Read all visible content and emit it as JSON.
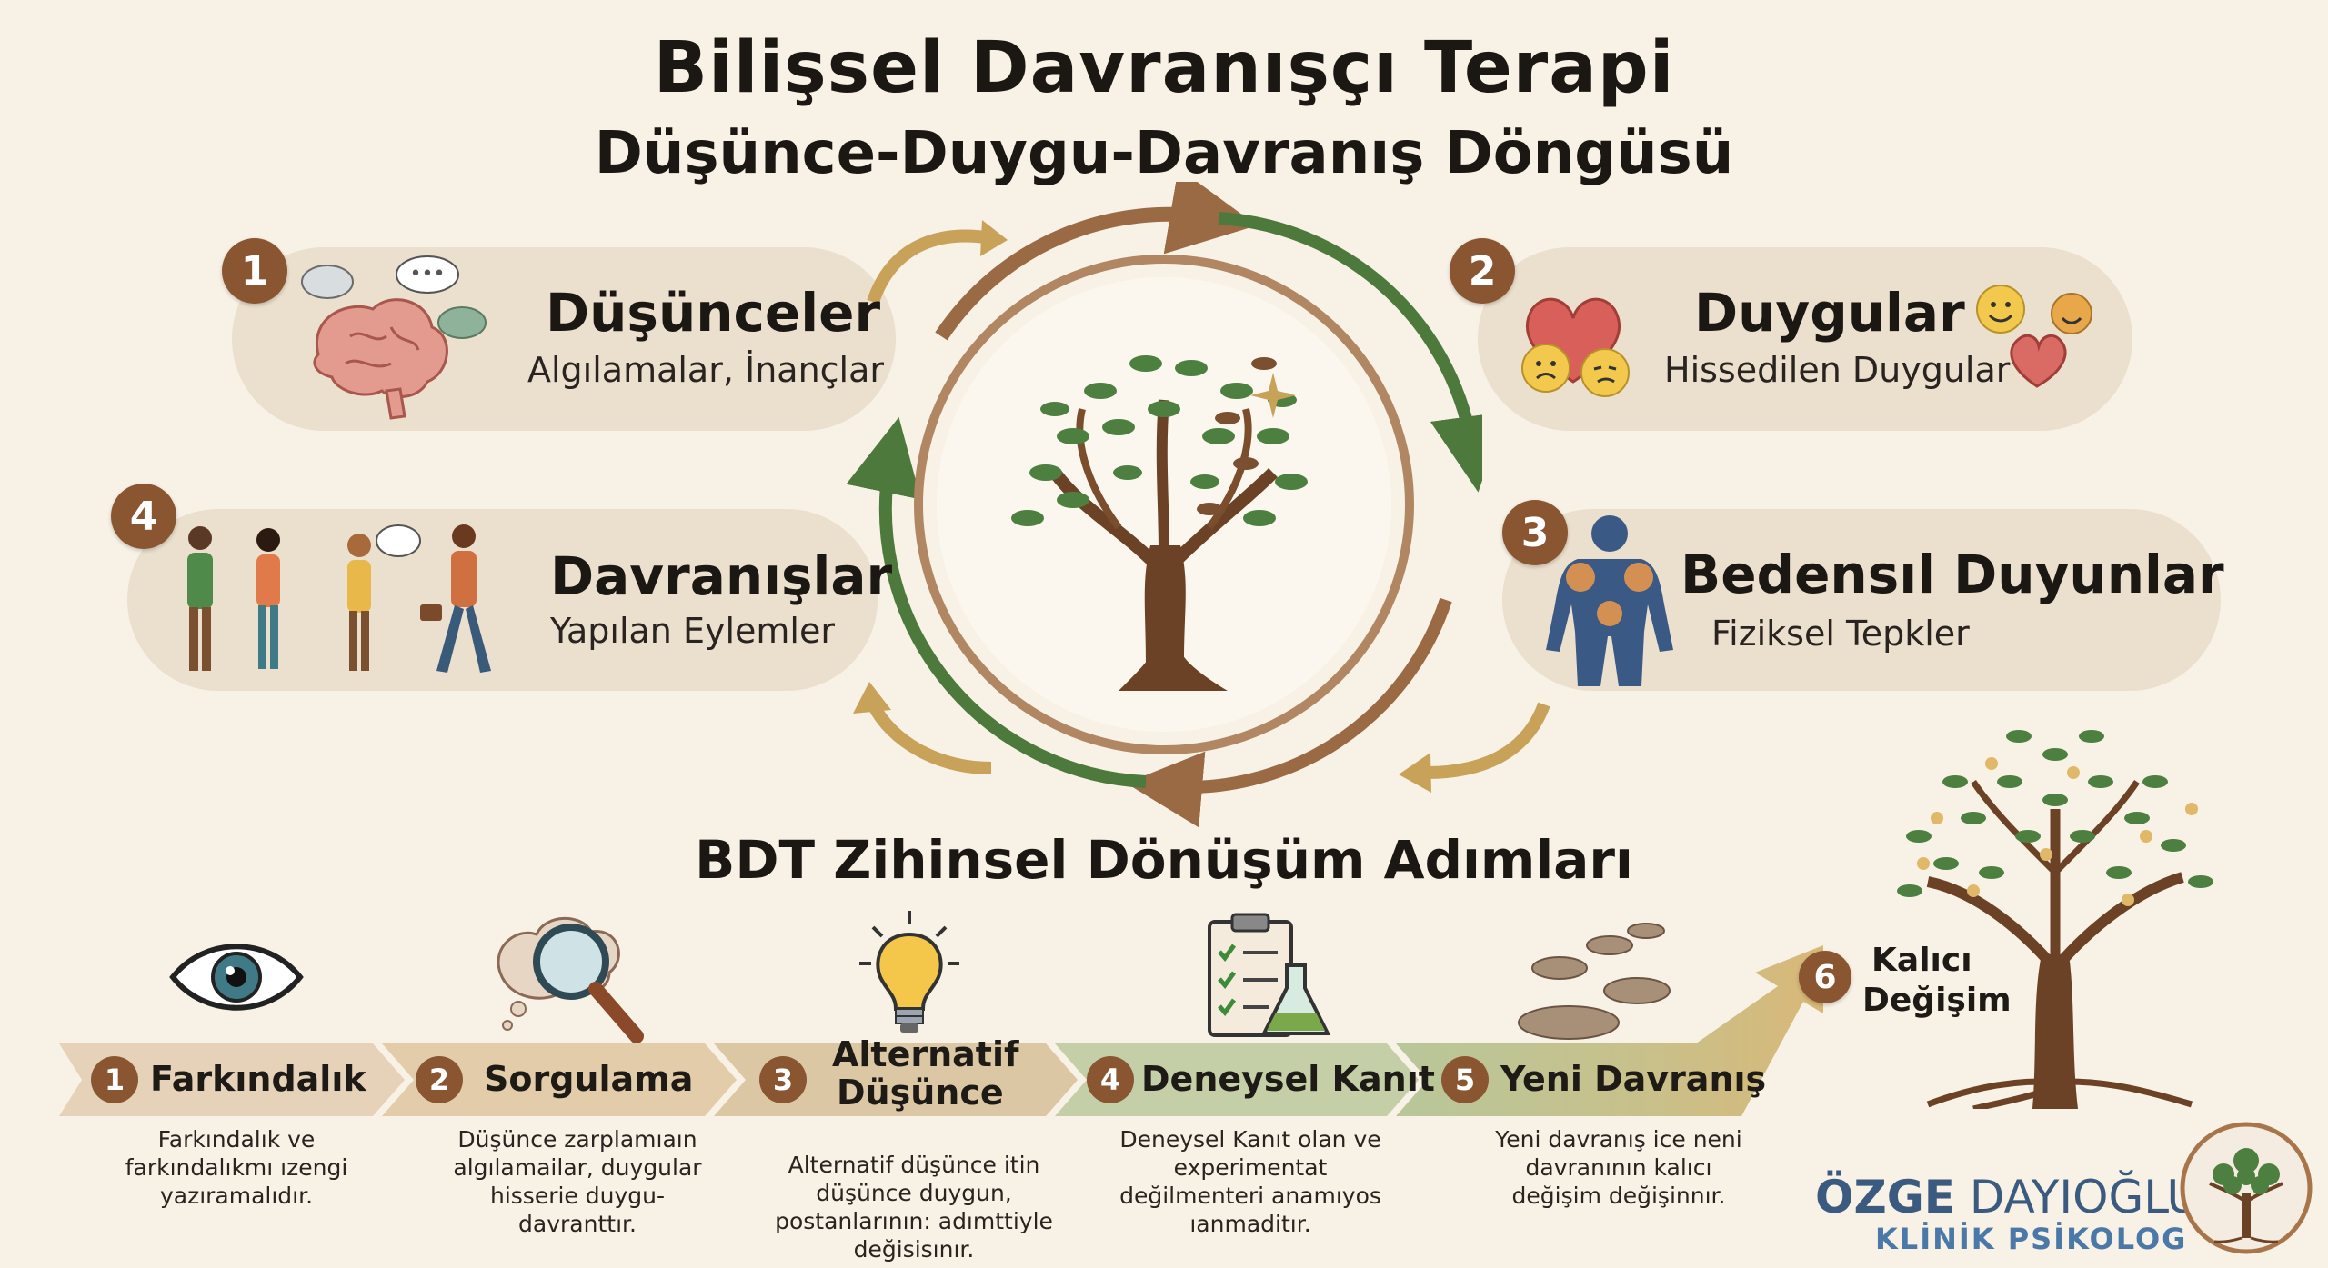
{
  "header": {
    "title": "Bilişsel Davranışçı Terapi",
    "subtitle": "Düşünce-Duygu-Davranış Döngüsü"
  },
  "cycle": {
    "items": [
      {
        "number": "1",
        "title": "Düşünceler",
        "subtitle": "Algılamalar, İnançlar",
        "icon": "brain-icon"
      },
      {
        "number": "2",
        "title": "Duygular",
        "subtitle": "Hissedilen Duygular",
        "icon": "heart-emotions-icon"
      },
      {
        "number": "3",
        "title": "Bedensıl Duyunlar",
        "subtitle": "Fiziksel Tepkler",
        "icon": "body-figure-icon"
      },
      {
        "number": "4",
        "title": "Davranışlar",
        "subtitle": "Yapılan Eylemler",
        "icon": "people-icon"
      }
    ]
  },
  "steps": {
    "title": "BDT Zihinsel Dönüşüm Adımları",
    "items": [
      {
        "number": "1",
        "label": "Farkındalık",
        "description": [
          "Farkındalık ve",
          "farkındalıkmı ızengi",
          "yazıramalıdır."
        ],
        "icon": "eye-icon"
      },
      {
        "number": "2",
        "label": "Sorgulama",
        "description": [
          "Düşünce zarplamıaın",
          "algılamailar, duygular",
          "hisserie duygu-",
          "davranttır."
        ],
        "icon": "magnifier-icon"
      },
      {
        "number": "3",
        "label_line1": "Alternatif",
        "label_line2": "Düşünce",
        "description": [
          "Alternatif düşünce itin",
          "düşünce duygun,",
          "postanlarının: adımttiyle",
          "değisisınır."
        ],
        "icon": "lightbulb-icon"
      },
      {
        "number": "4",
        "label": "Deneysel Kanıt",
        "description": [
          "Deneysel Kanıt olan ve",
          "experimentat",
          "değilmenteri anamıyos",
          "ıanmaditır."
        ],
        "icon": "clipboard-flask-icon"
      },
      {
        "number": "5",
        "label": "Yeni Davranış",
        "description": [
          "Yeni davranış ice neni",
          "davranının kalıcı",
          "değişim değişinnır."
        ],
        "icon": "stepping-stones-icon"
      },
      {
        "number": "6",
        "label_line1": "Kalıcı",
        "label_line2": "Değişim",
        "icon": "tree-icon"
      }
    ]
  },
  "brand": {
    "name_bold": "ÖZGE",
    "name_rest": " DAYIOĞLU",
    "role": "KLİNİK PSİKOLOG"
  },
  "colors": {
    "background": "#f8f1e5",
    "pill": "#ebdfcd",
    "badge": "#8a5632",
    "green": "#4d7a3c",
    "brown": "#9a6a45",
    "gold": "#c9a25a"
  }
}
